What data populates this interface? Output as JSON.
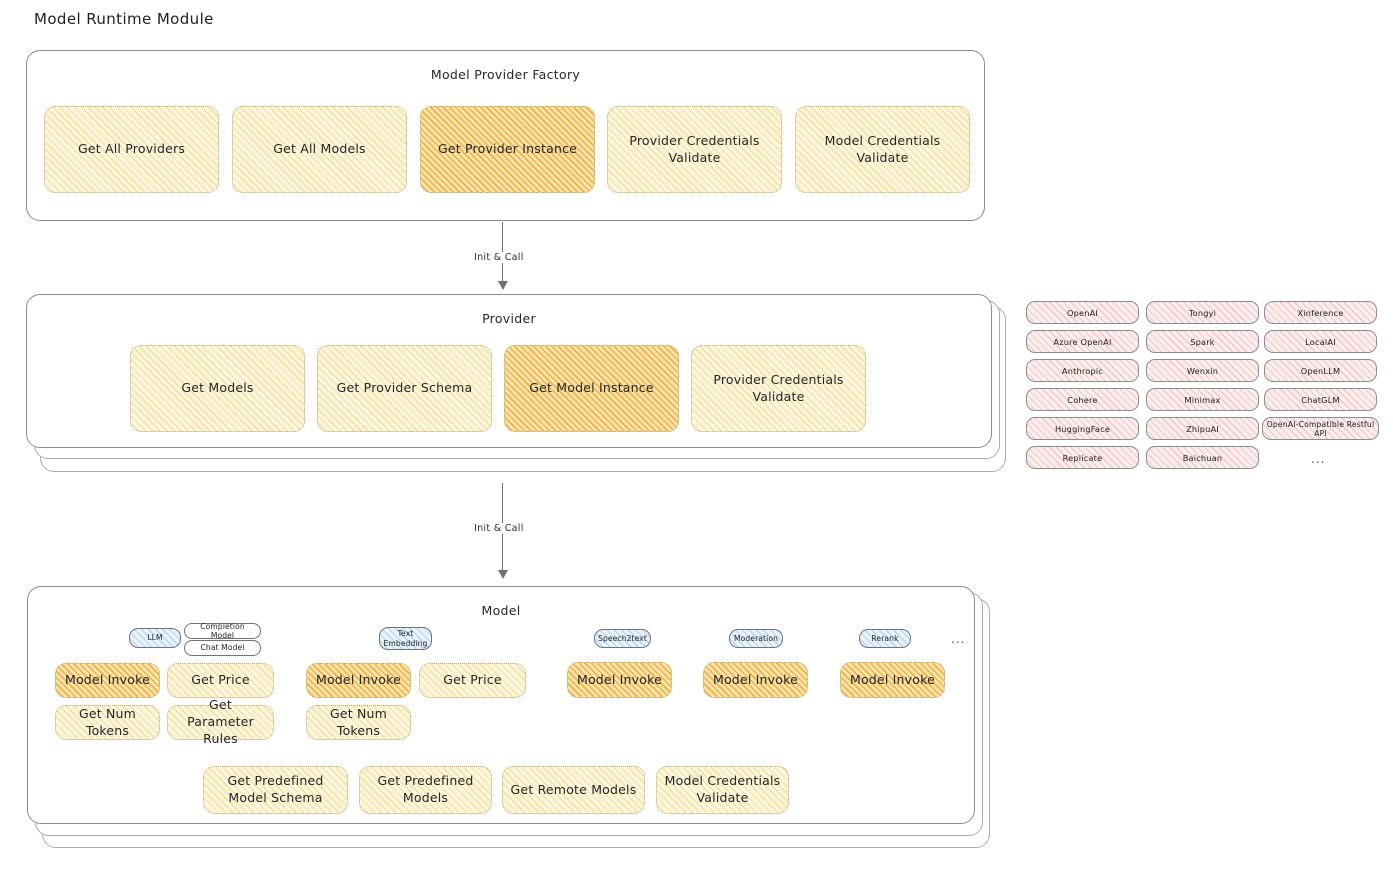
{
  "page": {
    "title": "Model Runtime Module",
    "ellipsis": "..."
  },
  "factory": {
    "title": "Model Provider Factory",
    "ops": [
      {
        "label": "Get All Providers",
        "fill": "yellow"
      },
      {
        "label": "Get All Models",
        "fill": "yellow"
      },
      {
        "label": "Get Provider Instance",
        "fill": "orange"
      },
      {
        "label": "Provider Credentials Validate",
        "fill": "yellow"
      },
      {
        "label": "Model Credentials Validate",
        "fill": "yellow"
      }
    ]
  },
  "arrow1": {
    "label": "Init & Call"
  },
  "arrow2": {
    "label": "Init & Call"
  },
  "provider": {
    "title": "Provider",
    "ops": [
      {
        "label": "Get Models",
        "fill": "yellow"
      },
      {
        "label": "Get Provider Schema",
        "fill": "yellow"
      },
      {
        "label": "Get Model Instance",
        "fill": "orange"
      },
      {
        "label": "Provider Credentials Validate",
        "fill": "yellow"
      }
    ]
  },
  "provider_list": {
    "column1": [
      "OpenAI",
      "Azure OpenAI",
      "Anthropic",
      "Cohere",
      "HuggingFace",
      "Replicate"
    ],
    "column2": [
      "Tongyi",
      "Spark",
      "Wenxin",
      "Minimax",
      "ZhipuAI",
      "Baichuan"
    ],
    "column3": [
      "Xinference",
      "LocalAI",
      "OpenLLM",
      "ChatGLM",
      "OpenAI-Compatible Restful API"
    ],
    "more": "..."
  },
  "model": {
    "title": "Model",
    "more": "...",
    "types": [
      {
        "badge": "LLM",
        "badge_fill": "blue",
        "sub_badges": [
          "Completion Model",
          "Chat Model"
        ],
        "ops": [
          {
            "label": "Model Invoke",
            "fill": "orange"
          },
          {
            "label": "Get Price",
            "fill": "yellow"
          },
          {
            "label": "Get Num Tokens",
            "fill": "yellow"
          },
          {
            "label": "Get Parameter Rules",
            "fill": "yellow"
          }
        ]
      },
      {
        "badge": "Text Embedding",
        "badge_fill": "blue",
        "sub_badges": [],
        "ops": [
          {
            "label": "Model Invoke",
            "fill": "orange"
          },
          {
            "label": "Get Price",
            "fill": "yellow"
          },
          {
            "label": "Get Num Tokens",
            "fill": "yellow"
          }
        ]
      },
      {
        "badge": "Speech2text",
        "badge_fill": "blue",
        "sub_badges": [],
        "ops": [
          {
            "label": "Model Invoke",
            "fill": "orange"
          }
        ]
      },
      {
        "badge": "Moderation",
        "badge_fill": "blue",
        "sub_badges": [],
        "ops": [
          {
            "label": "Model Invoke",
            "fill": "orange"
          }
        ]
      },
      {
        "badge": "Rerank",
        "badge_fill": "blue",
        "sub_badges": [],
        "ops": [
          {
            "label": "Model Invoke",
            "fill": "orange"
          }
        ]
      }
    ],
    "common_ops": [
      {
        "label": "Get Predefined Model Schema",
        "fill": "yellow"
      },
      {
        "label": "Get Predefined Models",
        "fill": "yellow"
      },
      {
        "label": "Get Remote Models",
        "fill": "yellow"
      },
      {
        "label": "Model Credentials Validate",
        "fill": "yellow"
      }
    ]
  },
  "colors": {
    "hatch_yellow": "#fdf6e0",
    "hatch_orange": "#fbe3ae",
    "hatch_pink": "#fdeeee",
    "hatch_blue": "#e8f2fb",
    "stroke": "#8a8d91"
  }
}
